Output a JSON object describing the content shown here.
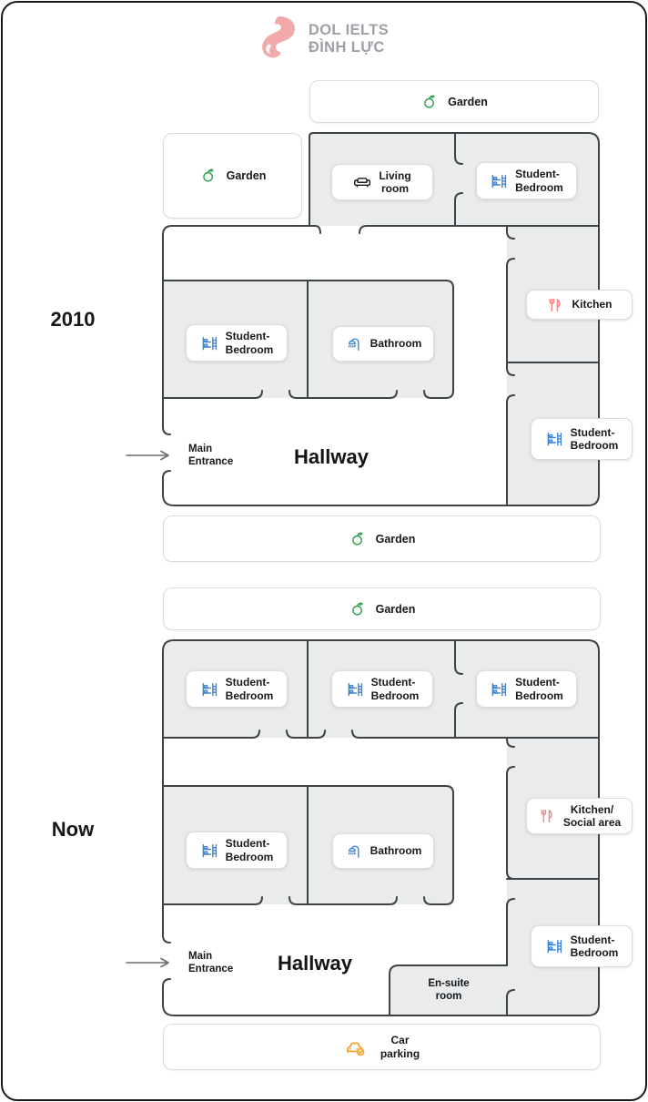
{
  "brand": {
    "name_line1": "DOL IELTS",
    "name_line2": "ĐÌNH LỰC"
  },
  "colors": {
    "room_fill": "#EAEBEC",
    "wall": "#3E4346",
    "chip_border": "#DADCDE",
    "bunk_blue": "#3E86D8",
    "apple_green": "#2EA04D",
    "fork_pink": "#F08585",
    "car_orange": "#F3A73B",
    "sofa_black": "#1A1A1A",
    "arrow_gray": "#6A6E70",
    "logo_pink": "#F2A9A9"
  },
  "icons": {
    "dol-logo-icon": "pink swirl D mark",
    "apple-icon": "green apple outline",
    "bunk-bed-icon": "blue bunk bed with ladder",
    "sofa-icon": "black sofa outline",
    "shower-icon": "blue shower head with spray",
    "fork-knife-icon": "pink fork and knife",
    "car-icon": "orange car with check badge",
    "arrow-right-icon": "gray right arrow"
  },
  "plan_2010": {
    "year_label": "2010",
    "garden_top": "Garden",
    "garden_left": "Garden",
    "garden_bottom": "Garden",
    "rooms": {
      "living": {
        "line1": "Living",
        "line2": "room",
        "icon": "sofa-icon"
      },
      "bedroom_top_right": {
        "line1": "Student-",
        "line2": "Bedroom",
        "icon": "bunk-bed-icon"
      },
      "bedroom_middle": {
        "line1": "Student-",
        "line2": "Bedroom",
        "icon": "bunk-bed-icon"
      },
      "bathroom": {
        "line1": "Bathroom",
        "icon": "shower-icon"
      },
      "kitchen": {
        "line1": "Kitchen",
        "icon": "fork-knife-icon"
      },
      "bedroom_bottom_right": {
        "line1": "Student-",
        "line2": "Bedroom",
        "icon": "bunk-bed-icon"
      }
    },
    "hallway": "Hallway",
    "entrance": {
      "line1": "Main",
      "line2": "Entrance"
    }
  },
  "plan_now": {
    "year_label": "Now",
    "garden_top": "Garden",
    "rooms": {
      "bedroom_top_left": {
        "line1": "Student-",
        "line2": "Bedroom",
        "icon": "bunk-bed-icon"
      },
      "bedroom_top_middle": {
        "line1": "Student-",
        "line2": "Bedroom",
        "icon": "bunk-bed-icon"
      },
      "bedroom_top_right": {
        "line1": "Student-",
        "line2": "Bedroom",
        "icon": "bunk-bed-icon"
      },
      "bedroom_middle": {
        "line1": "Student-",
        "line2": "Bedroom",
        "icon": "bunk-bed-icon"
      },
      "bathroom": {
        "line1": "Bathroom",
        "icon": "shower-icon"
      },
      "kitchen_social": {
        "line1": "Kitchen/",
        "line2": "Social area",
        "icon": "fork-knife-icon"
      },
      "bedroom_bottom_right": {
        "line1": "Student-",
        "line2": "Bedroom",
        "icon": "bunk-bed-icon"
      },
      "ensuite": {
        "line1": "En-suite",
        "line2": "room"
      }
    },
    "hallway": "Hallway",
    "entrance": {
      "line1": "Main",
      "line2": "Entrance"
    },
    "car_parking": {
      "line1": "Car",
      "line2": "parking",
      "icon": "car-icon"
    }
  }
}
